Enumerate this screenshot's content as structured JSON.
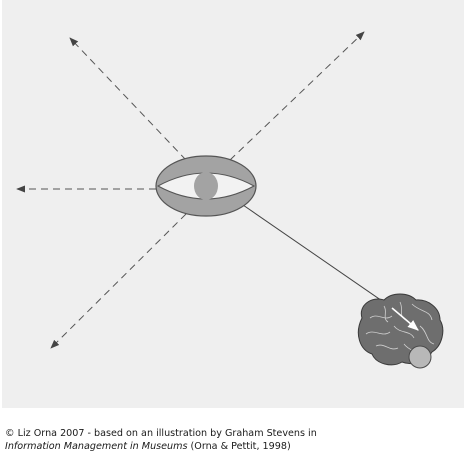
{
  "diagram": {
    "panel_background": "#efefef",
    "eye_color": "#a3a3a3",
    "arrow_color": "#444444"
  },
  "caption": {
    "line1": "© Liz Orna 2007 - based on an illustration by Graham Stevens in",
    "line2_italic": "Information Management in Museums",
    "line2_rest": " (Orna & Pettit, 1998)"
  }
}
